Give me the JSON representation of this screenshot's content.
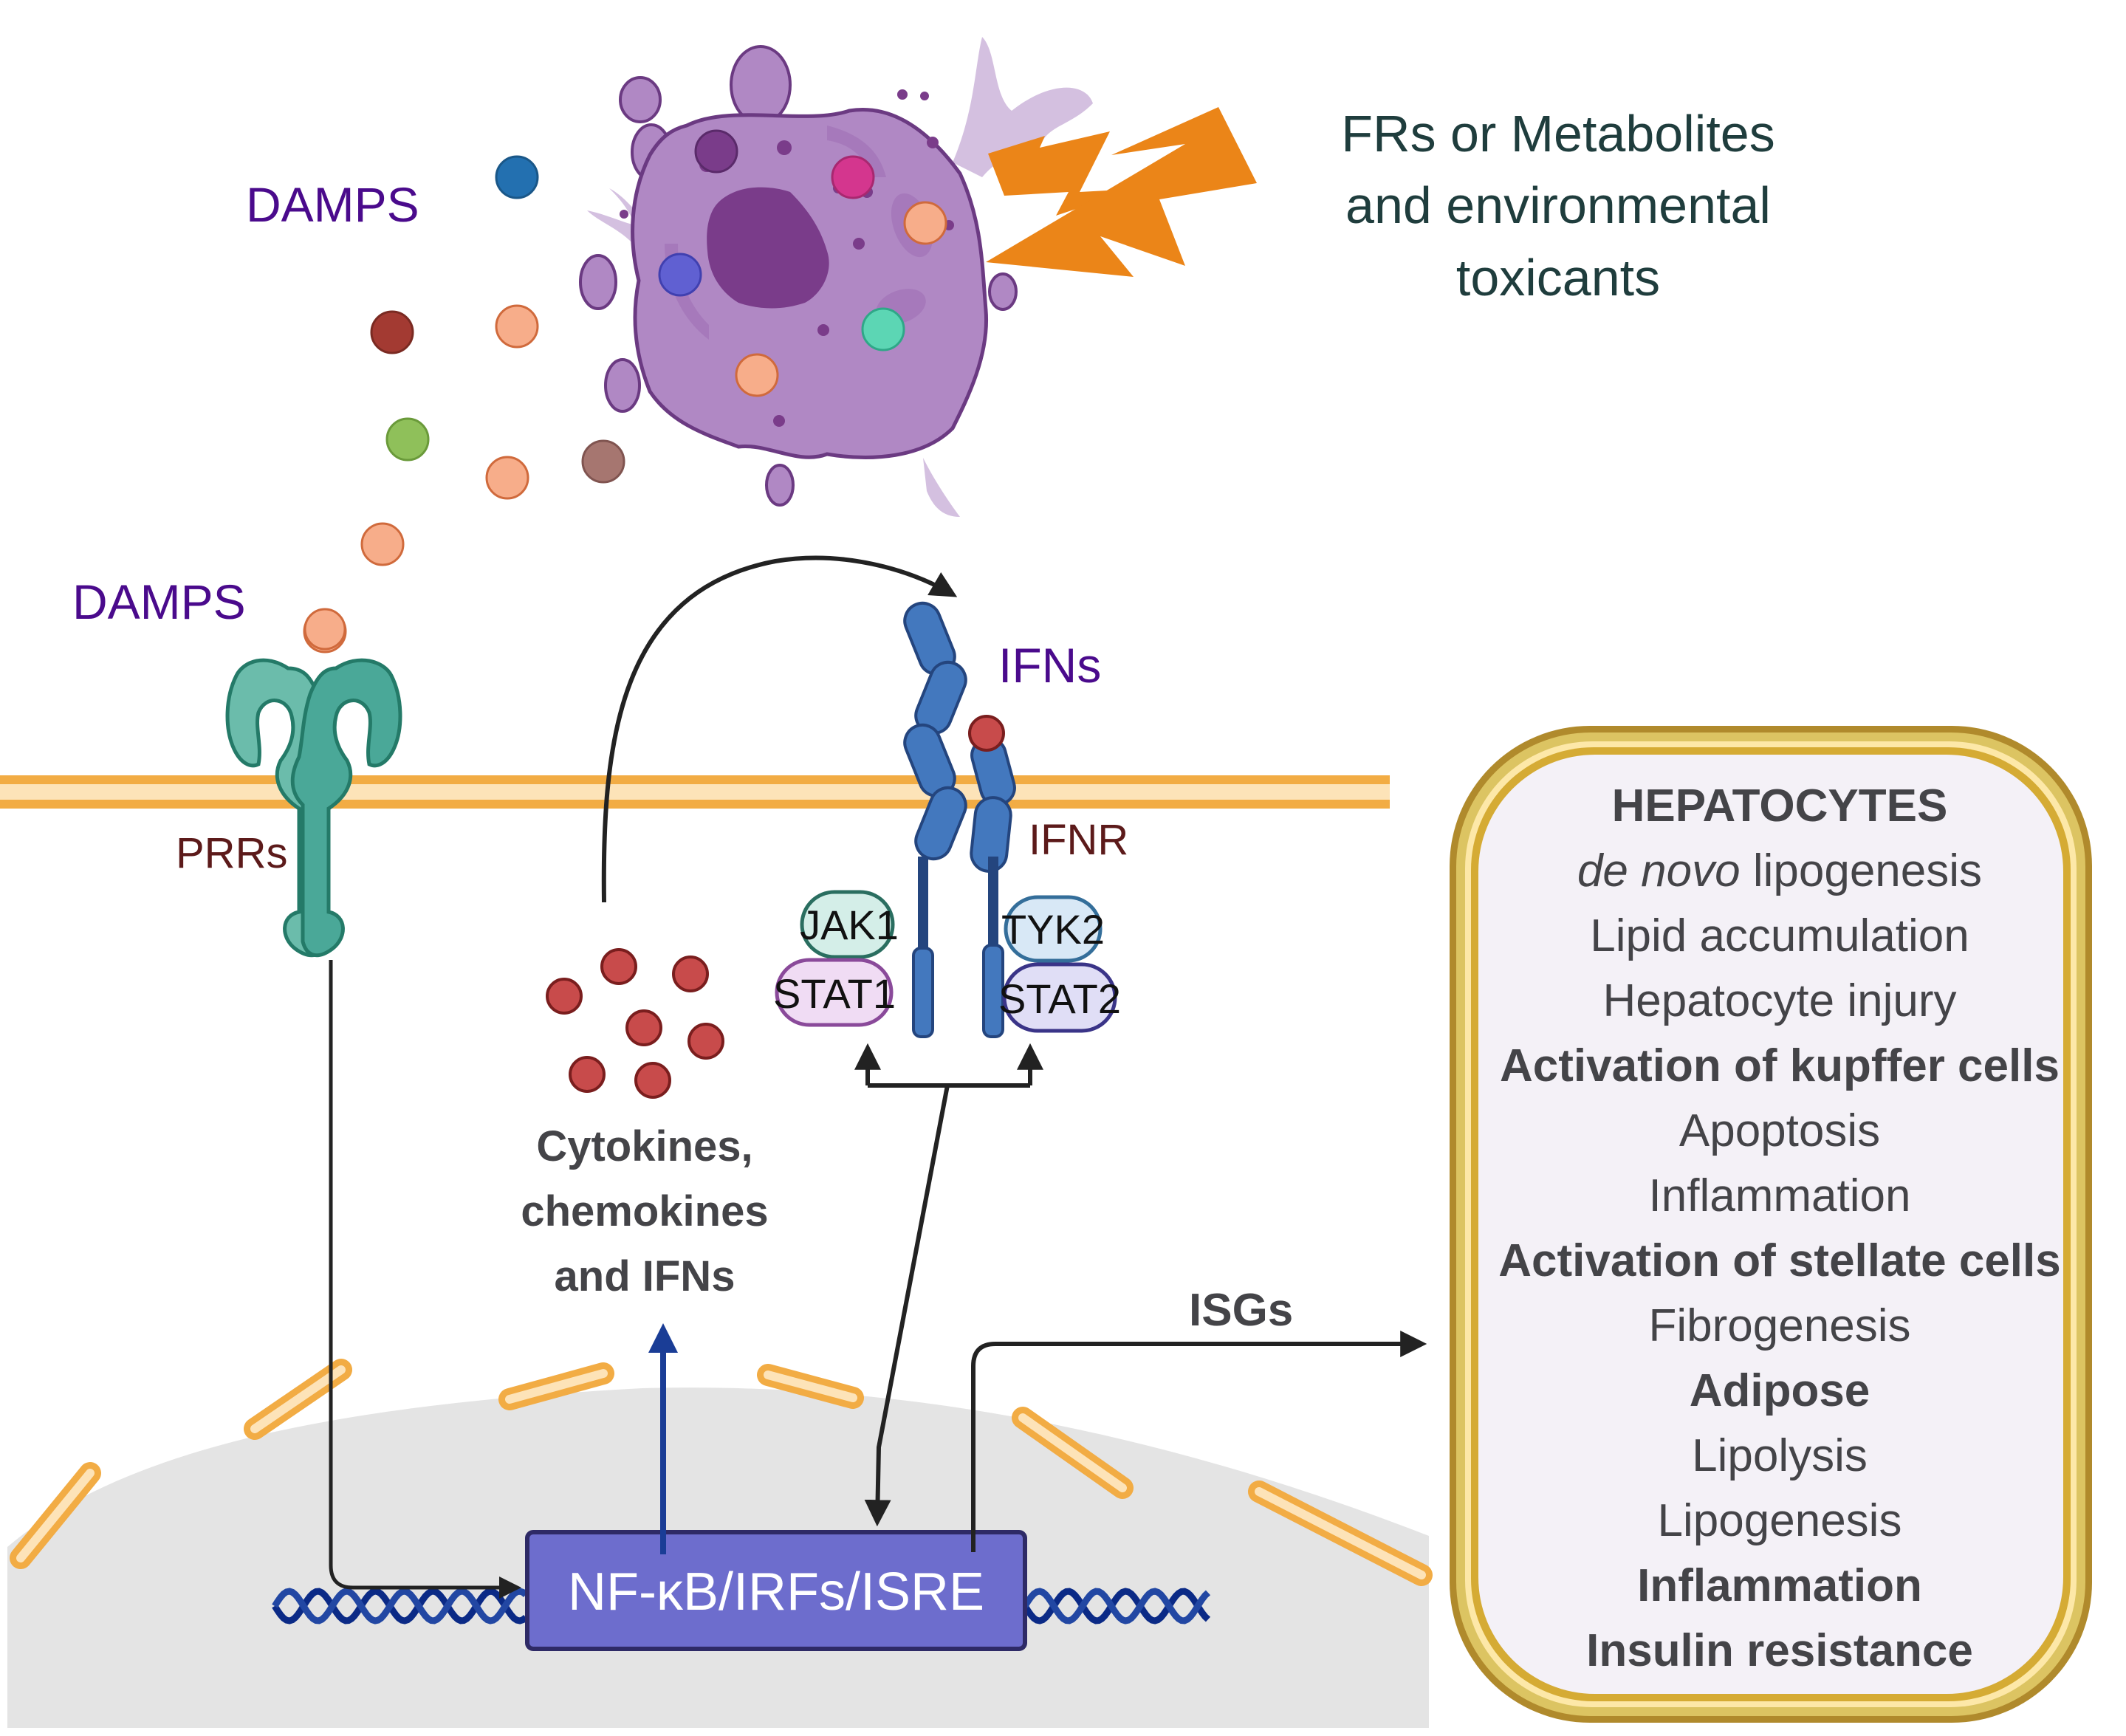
{
  "title": "DAMPs-PRR and IFN signaling leading to hepatocyte and adipose effects",
  "labels": {
    "damps_top": "DAMPS",
    "damps_receptor": "DAMPS",
    "stressors": [
      "FRs or Metabolites",
      "and environmental",
      "toxicants"
    ],
    "prrs": "PRRs",
    "ifns": "IFNs",
    "ifnr": "IFNR",
    "cytokines": [
      "Cytokines,",
      "chemokines",
      "and IFNs"
    ],
    "isgs": "ISGs",
    "transcription_factor": "NF-κB/IRFs/ISRE"
  },
  "proteins": {
    "jak1": "JAK1",
    "tyk2": "TYK2",
    "stat1": "STAT1",
    "stat2": "STAT2"
  },
  "effects_box": {
    "lines": [
      {
        "text": "HEPATOCYTES",
        "style": "bold"
      },
      {
        "italic": "de novo",
        "text": " lipogenesis",
        "style": "mixed"
      },
      {
        "text": "Lipid accumulation",
        "style": "normal"
      },
      {
        "text": "Hepatocyte injury",
        "style": "normal"
      },
      {
        "text": "Activation of kupffer cells",
        "style": "bold"
      },
      {
        "text": "Apoptosis",
        "style": "normal"
      },
      {
        "text": "Inflammation",
        "style": "normal"
      },
      {
        "text": "Activation of stellate cells",
        "style": "bold"
      },
      {
        "text": "Fibrogenesis",
        "style": "normal"
      },
      {
        "text": "Adipose",
        "style": "bold"
      },
      {
        "text": "Lipolysis",
        "style": "normal"
      },
      {
        "text": "Lipogenesis",
        "style": "normal"
      },
      {
        "text": "Inflammation",
        "style": "bold"
      },
      {
        "text": "Insulin resistance",
        "style": "bold"
      }
    ]
  },
  "colors": {
    "damps_label": "#4a0a8c",
    "receptor_label": "#5c1a1a",
    "membrane": "#f2ac44",
    "membrane_inner": "#fde3b8",
    "prr": "#4aa898",
    "ifnr": "#4378be",
    "transcription_box": "#6d6dcd",
    "dna": "#1a3d96",
    "box_border": "#c9a43a",
    "box_fill": "#f4f1f7",
    "nucleus": "#e4e4e4",
    "lightning": "#eb8518",
    "dying_cell": "#b088c4",
    "cytokine": "#c84b4b"
  }
}
